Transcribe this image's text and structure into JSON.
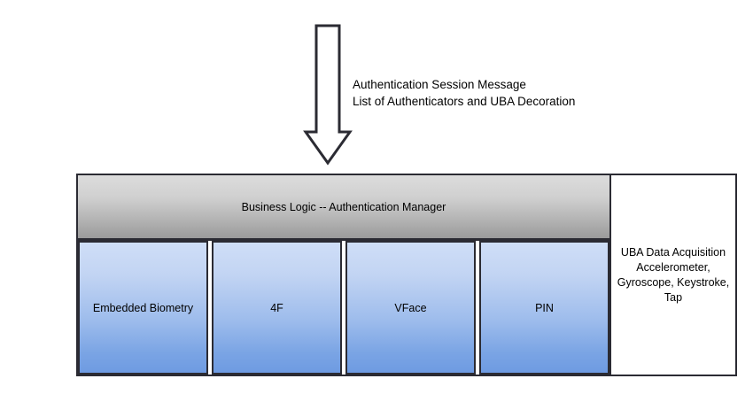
{
  "arrow": {
    "icon": "down-arrow-icon",
    "stroke_color": "#2b2b33",
    "fill_color": "#ffffff"
  },
  "message": {
    "line1": "Authentication Session Message",
    "line2": "List of Authenticators and UBA Decoration"
  },
  "diagram": {
    "business_logic": {
      "label": "Business Logic -- Authentication Manager",
      "gradient_top": "#dcdcdc",
      "gradient_bottom": "#9b9b9b"
    },
    "authenticators": [
      {
        "label": "Embedded Biometry"
      },
      {
        "label": "4F"
      },
      {
        "label": "VFace"
      },
      {
        "label": "PIN"
      }
    ],
    "authenticator_gradient_top": "#cfdef7",
    "authenticator_gradient_bottom": "#6e9be2",
    "border_color": "#2b2b33",
    "uba_panel": {
      "line1": "UBA Data Acquisition",
      "line2": "Accelerometer,",
      "line3": "Gyroscope, Keystroke,",
      "line4": "Tap",
      "background": "#ffffff"
    }
  }
}
